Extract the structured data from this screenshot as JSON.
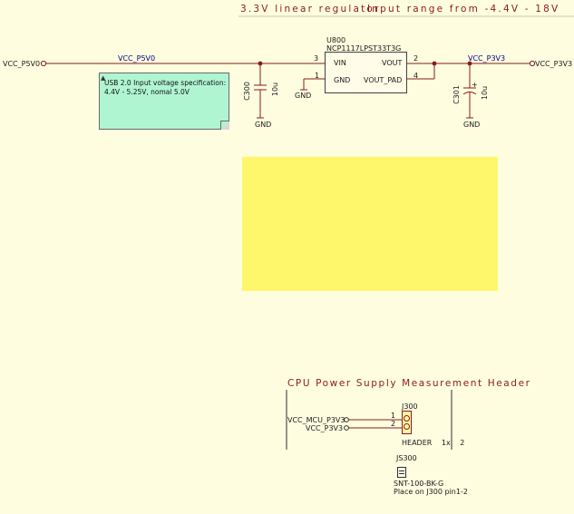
{
  "header": {
    "title": "3.3V linear regulator",
    "title_overlap": "Input range from -4.4V - 18V"
  },
  "nets": {
    "vcc_p5v0_port": "VCC_P5V0",
    "vcc_p5v0_wire": "VCC_P5V0",
    "vcc_p3v3_wire": "VCC_P3V3",
    "vcc_p3v3_port": "VCC_P3V3",
    "gnd_c300": "GND",
    "gnd_u800": "GND",
    "gnd_c301": "GND"
  },
  "note": {
    "line1": "USB 2.0 Input voltage specification:",
    "line2": "4.4V - 5.25V, nomal 5.0V"
  },
  "regulator": {
    "ref": "U800",
    "part": "NCP1117LPST33T3G",
    "pin_vin": "VIN",
    "pin_vout": "VOUT",
    "pin_gnd": "GND",
    "pin_vout_pad": "VOUT_PAD",
    "pin3": "3",
    "pin2": "2",
    "pin1": "1",
    "pin4": "4"
  },
  "capacitors": {
    "c300_ref": "C300",
    "c300_val": "10u",
    "c301_ref": "C301",
    "c301_val": "10u",
    "c301_plus": "+"
  },
  "measurement": {
    "title": "CPU Power Supply Measurement Header",
    "net1": "VCC_MCU_P3V3",
    "net2": "VCC_P3V3",
    "pin1": "1",
    "pin2": "2",
    "header_ref": "J300",
    "header_desc": "HEADER 1x 2",
    "jumper_ref": "JS300",
    "jumper_part": "SNT-100-BK-G",
    "jumper_note": "Place on J300 pin1-2"
  },
  "colors": {
    "background": "#fefde0",
    "wire": "#8b1a1a",
    "junction": "#8b1a1a",
    "net_label": "#000080",
    "note_fill": "#b0f5d2",
    "highlight_box": "#fff76b"
  }
}
